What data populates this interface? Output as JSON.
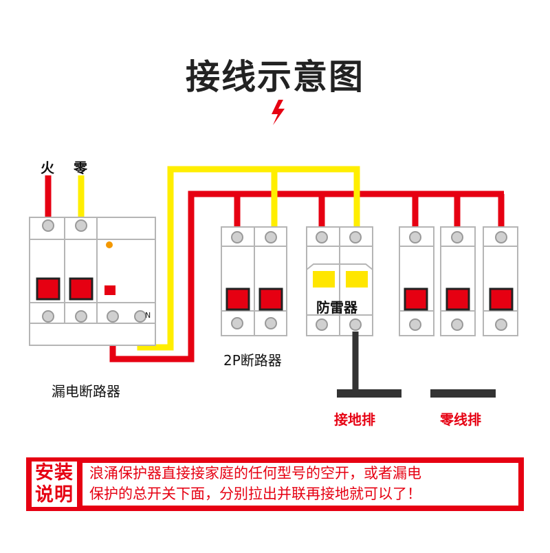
{
  "title": "接线示意图",
  "labels": {
    "live": "火",
    "neutral": "零",
    "rcbo": "漏电断路器",
    "breaker_2p": "2P断路器",
    "spd": "防雷器",
    "ground_bar": "接地排",
    "neutral_bar": "零线排",
    "n_terminal": "N"
  },
  "note": {
    "tag_line1": "安装",
    "tag_line2": "说明",
    "line1": "浪涌保护器直接接家庭的任何型号的空开，或者漏电",
    "line2": "保护的总开关下面，分别拉出并联再接地就可以了！"
  },
  "colors": {
    "live_wire": "#e60012",
    "neutral_wire": "#ffee00",
    "accent": "#e60012",
    "breaker_body": "#ffffff",
    "breaker_outline": "#b0b0b0",
    "busbar": "#333333"
  },
  "icons": {
    "title_icon": "lightning-bolt-icon"
  }
}
